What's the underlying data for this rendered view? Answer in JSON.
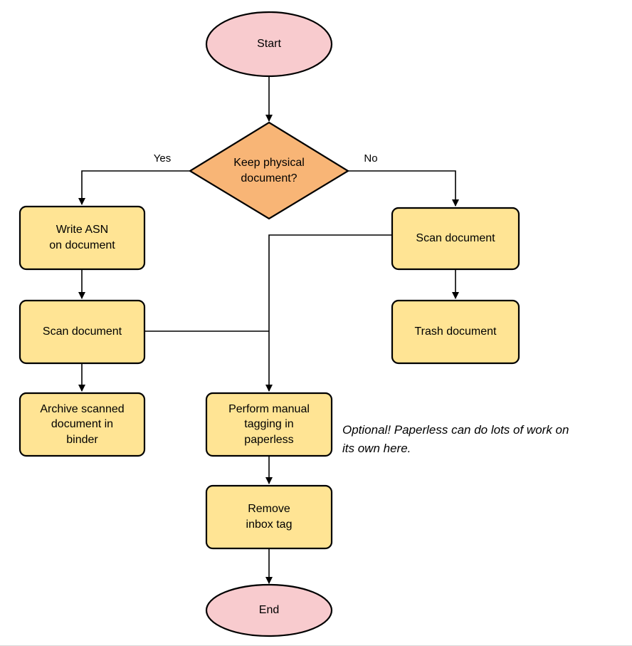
{
  "diagram": {
    "type": "flowchart",
    "nodes": {
      "start": {
        "label": "Start",
        "shape": "terminator"
      },
      "decision": {
        "label": "Keep physical\ndocument?",
        "shape": "decision"
      },
      "write_asn": {
        "label": "Write ASN\non document",
        "shape": "process"
      },
      "scan_left": {
        "label": "Scan document",
        "shape": "process"
      },
      "archive": {
        "label": "Archive scanned\ndocument in\nbinder",
        "shape": "process"
      },
      "scan_right": {
        "label": "Scan document",
        "shape": "process"
      },
      "trash": {
        "label": "Trash document",
        "shape": "process"
      },
      "tagging": {
        "label": "Perform manual\ntagging in\npaperless",
        "shape": "process"
      },
      "remove_inbox": {
        "label": "Remove\ninbox tag",
        "shape": "process"
      },
      "end": {
        "label": "End",
        "shape": "terminator"
      }
    },
    "edge_labels": {
      "yes": "Yes",
      "no": "No"
    },
    "annotation": "Optional! Paperless can do lots of work on\nits own here."
  },
  "colors": {
    "terminator_fill": "#F8CBCE",
    "decision_fill": "#F8B576",
    "process_fill": "#FFE494",
    "stroke": "#000000",
    "background": "#FFFFFF"
  }
}
